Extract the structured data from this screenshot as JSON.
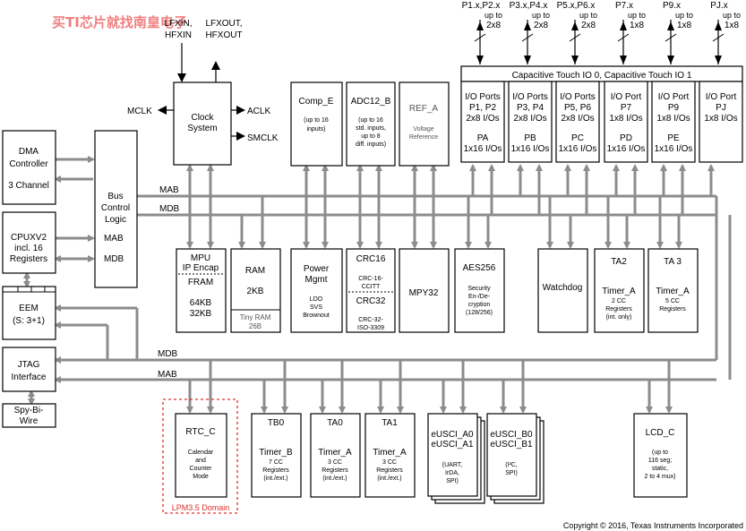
{
  "watermark": "买TI芯片就找南皇电子",
  "clock_inputs": {
    "lfxin": "LFXIN,",
    "hfxin": "HFXIN",
    "lfxout": "LFXOUT,",
    "hfxout": "HFXOUT"
  },
  "clock": {
    "l1": "Clock",
    "l2": "System",
    "mclk": "MCLK",
    "aclk": "ACLK",
    "smclk": "SMCLK"
  },
  "comp": {
    "l1": "Comp_E",
    "l2": "(up to 16",
    "l3": "inputs)"
  },
  "adc": {
    "l1": "ADC12_B",
    "l2": "(up to 16",
    "l3": "std. inputs,",
    "l4": "up to 8",
    "l5": "diff. inputs)"
  },
  "ref": {
    "l1": "REF_A",
    "l2": "Voltage",
    "l3": "Reference"
  },
  "ports": [
    {
      "pins": "P1.x,P2.x",
      "upto": "up to",
      "count": "2x8",
      "l1": "I/O Ports",
      "l2": "P1, P2",
      "l3": "2x8 I/Os",
      "l4": "PA",
      "l5": "1x16 I/Os"
    },
    {
      "pins": "P3.x,P4.x",
      "upto": "up to",
      "count": "2x8",
      "l1": "I/O Ports",
      "l2": "P3, P4",
      "l3": "2x8 I/Os",
      "l4": "PB",
      "l5": "1x16 I/Os"
    },
    {
      "pins": "P5.x,P6.x",
      "upto": "up to",
      "count": "2x8",
      "l1": "I/O Ports",
      "l2": "P5, P6",
      "l3": "2x8 I/Os",
      "l4": "PC",
      "l5": "1x16 I/Os"
    },
    {
      "pins": "P7.x",
      "upto": "up to",
      "count": "1x8",
      "l1": "I/O Port",
      "l2": "P7",
      "l3": "1x8 I/Os",
      "l4": "PD",
      "l5": "1x16 I/Os"
    },
    {
      "pins": "P9.x",
      "upto": "up to",
      "count": "1x8",
      "l1": "I/O Port",
      "l2": "P9",
      "l3": "1x8 I/Os",
      "l4": "PE",
      "l5": "1x16 I/Os"
    },
    {
      "pins": "PJ.x",
      "upto": "up to",
      "count": "1x8",
      "l1": "I/O Port",
      "l2": "PJ",
      "l3": "1x8 I/Os",
      "l4": "",
      "l5": ""
    }
  ],
  "cap_touch": "Capacitive Touch IO 0, Capacitive Touch IO 1",
  "dma": {
    "l1": "DMA",
    "l2": "Controller",
    "l3": "3 Channel"
  },
  "cpu": {
    "l1": "CPUXV2",
    "l2": "incl. 16",
    "l3": "Registers"
  },
  "eem": {
    "l1": "EEM",
    "l2": "(S: 3+1)"
  },
  "jtag": {
    "l1": "JTAG",
    "l2": "Interface"
  },
  "sbw": {
    "l1": "Spy-Bi-",
    "l2": "Wire"
  },
  "bcl": {
    "l1": "Bus",
    "l2": "Control",
    "l3": "Logic",
    "mab": "MAB",
    "mdb": "MDB"
  },
  "bus": {
    "mab": "MAB",
    "mdb": "MDB"
  },
  "mpu": {
    "l1": "MPU",
    "l2": "IP Encap",
    "l3": "FRAM",
    "l4": "64KB",
    "l5": "32KB"
  },
  "ram": {
    "l1": "RAM",
    "l2": "2KB",
    "tiny1": "Tiny RAM",
    "tiny2": "26B"
  },
  "power": {
    "l1": "Power",
    "l2": "Mgmt",
    "l3": "LDO",
    "l4": "SVS",
    "l5": "Brownout"
  },
  "crc": {
    "l1": "CRC16",
    "l2": "CRC-16-",
    "l3": "CCITT",
    "l4": "CRC32",
    "l5": "CRC-32-",
    "l6": "ISO-3309"
  },
  "mpy": {
    "l1": "MPY32"
  },
  "aes": {
    "l1": "AES256",
    "l2": "Security",
    "l3": "En-/De-",
    "l4": "cryption",
    "l5": "(128/256)"
  },
  "watchdog": {
    "l1": "Watchdog"
  },
  "ta2": {
    "l1": "TA2",
    "l2": "Timer_A",
    "l3": "2 CC",
    "l4": "Registers",
    "l5": "(int. only)"
  },
  "ta3": {
    "l1": "TA 3",
    "l2": "Timer_A",
    "l3": "5 CC",
    "l4": "Registers"
  },
  "rtc": {
    "l1": "RTC_C",
    "l2": "Calendar",
    "l3": "and",
    "l4": "Counter",
    "l5": "Mode",
    "domain": "LPM3.5 Domain"
  },
  "tb0": {
    "l1": "TB0",
    "l2": "Timer_B",
    "l3": "7 CC",
    "l4": "Registers",
    "l5": "(int./ext.)"
  },
  "ta0": {
    "l1": "TA0",
    "l2": "Timer_A",
    "l3": "3 CC",
    "l4": "Registers",
    "l5": "(int./ext.)"
  },
  "ta1": {
    "l1": "TA1",
    "l2": "Timer_A",
    "l3": "3 CC",
    "l4": "Registers",
    "l5": "(int./ext.)"
  },
  "euscia": {
    "l1": "eUSCI_A0",
    "l2": "eUSCI_A1",
    "l3": "(UART,",
    "l4": "IrDA,",
    "l5": "SPI)"
  },
  "euscib": {
    "l1": "eUSCI_B0",
    "l2": "eUSCI_B1",
    "l3": "(I²C,",
    "l4": "SPI)"
  },
  "lcd": {
    "l1": "LCD_C",
    "l2": "(up to",
    "l3": "116 seg;",
    "l4": "static,",
    "l5": "2 to 4 mux)"
  },
  "copyright": "Copyright © 2016, Texas Instruments Incorporated"
}
